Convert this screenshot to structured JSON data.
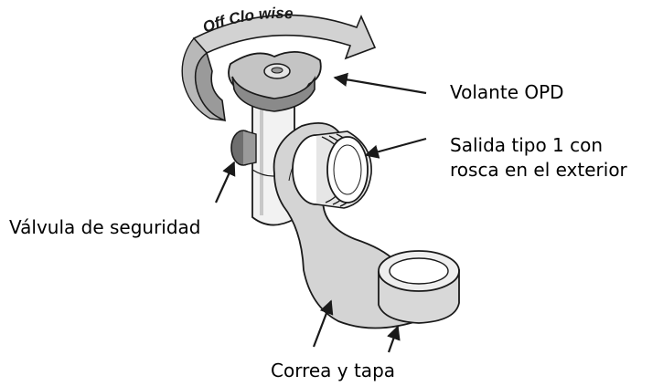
{
  "colors": {
    "ink": "#1a1a1a",
    "fill_light": "#f0f0f0",
    "fill_mid": "#d2d2d2",
    "fill_dark": "#9a9a9a",
    "background": "#ffffff"
  },
  "dial_text": "Off Clo  wise",
  "labels": {
    "handwheel": "Volante OPD",
    "outlet_line1": "Salida tipo 1 con",
    "outlet_line2": "rosca en el exterior",
    "safety_valve": "Válvula de seguridad",
    "strap_cap": "Correa y tapa"
  },
  "icons": [
    "rotation-arrow-icon",
    "handwheel-icon"
  ]
}
